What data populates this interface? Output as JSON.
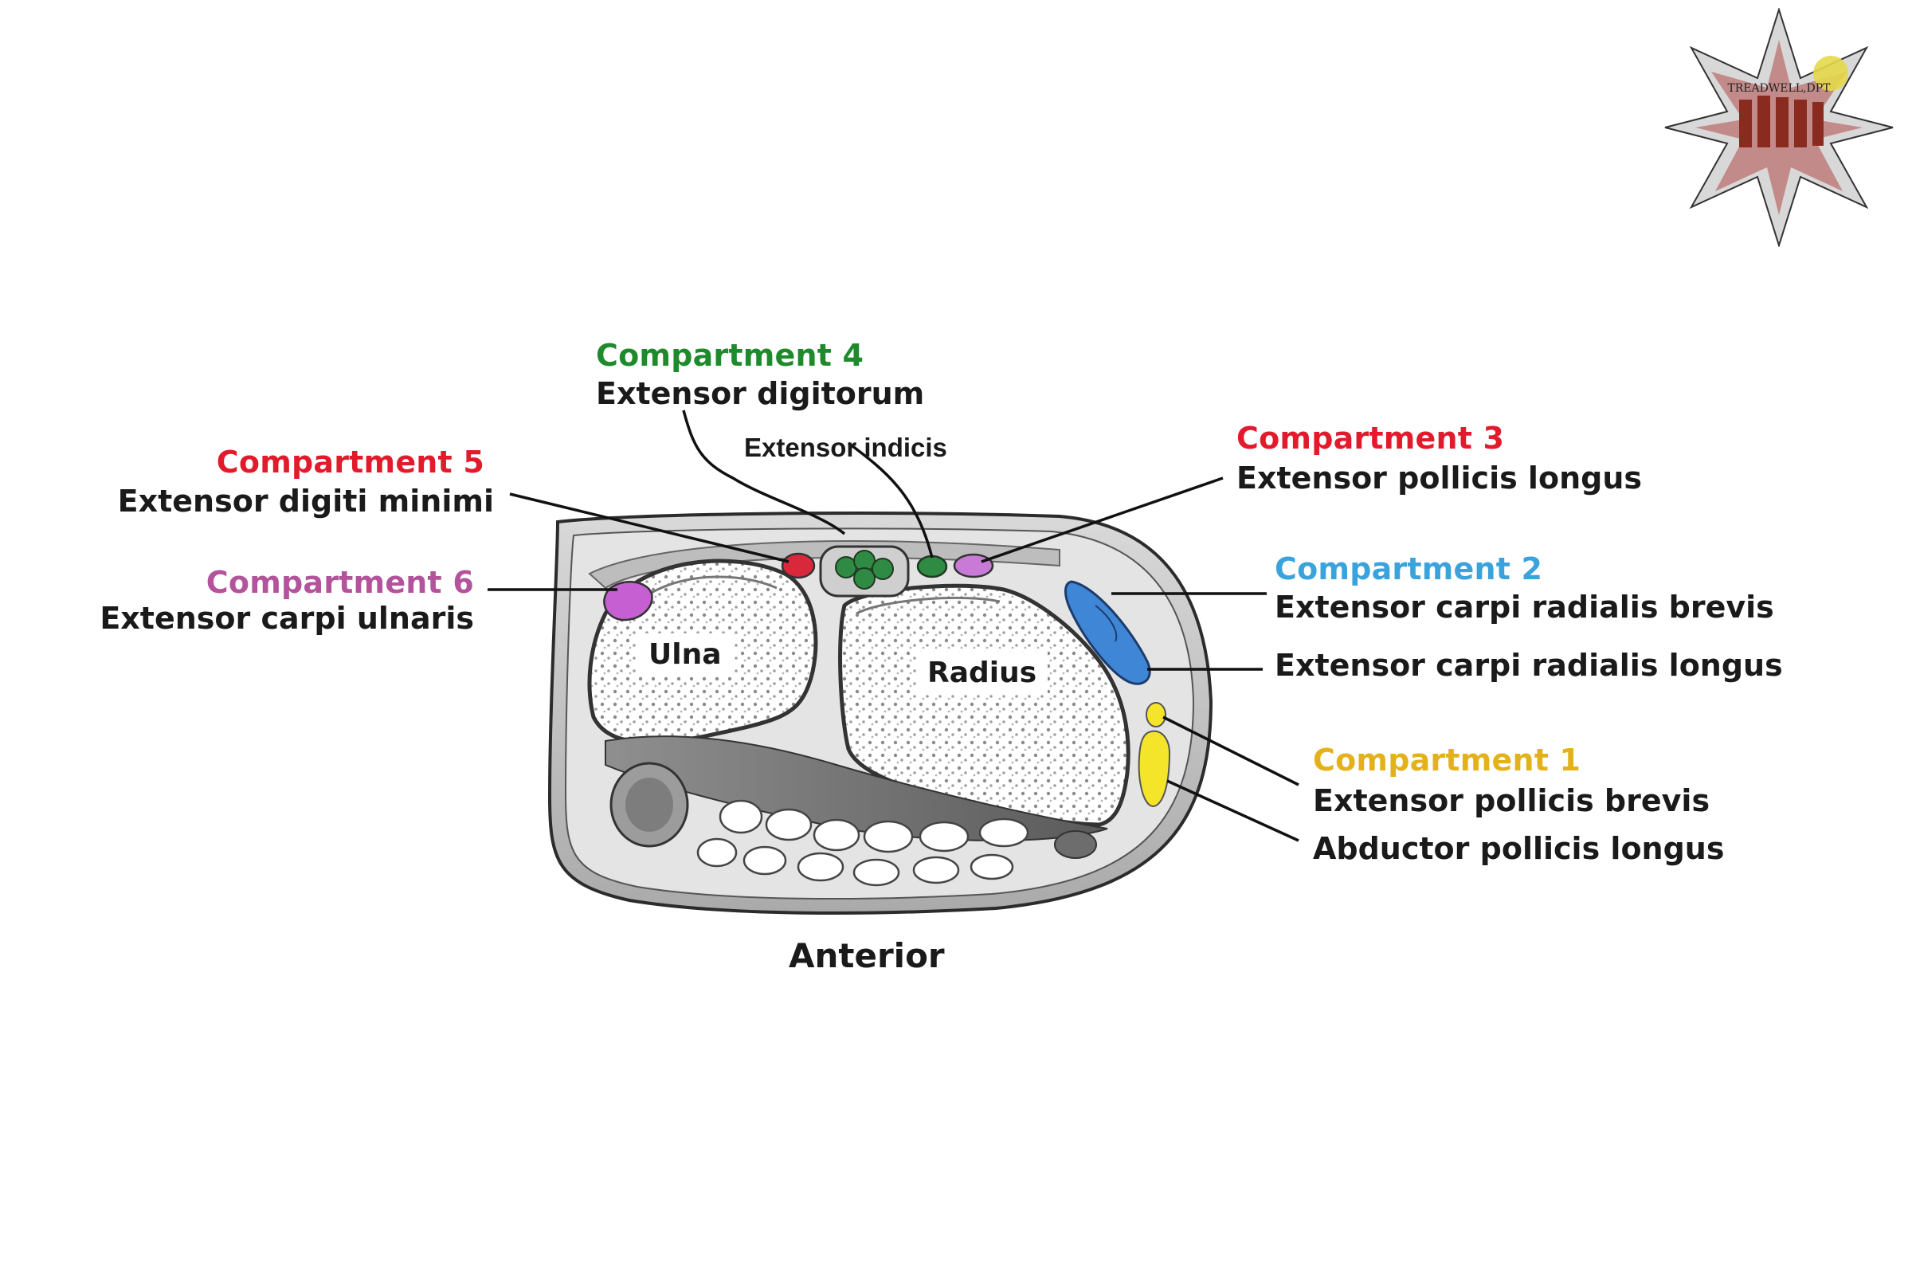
{
  "colors": {
    "compartment_1": "#e3b21b",
    "compartment_2": "#3aa3dc",
    "compartment_3": "#e21b2c",
    "compartment_4": "#1e8a2c",
    "compartment_5": "#e21b2c",
    "compartment_6": "#b3539b",
    "fill_1": "#f5e52a",
    "fill_2": "#3f86d6",
    "fill_3": "#c77bd6",
    "fill_4": "#2f8a43",
    "fill_5": "#d9273c",
    "fill_6": "#c65fd1"
  },
  "labels": {
    "compartment_4": {
      "title": "Compartment 4",
      "muscle": "Extensor digitorum"
    },
    "extensor_indicis": "Extensor indicis",
    "compartment_3": {
      "title": "Compartment 3",
      "muscle": "Extensor pollicis longus"
    },
    "compartment_5": {
      "title": "Compartment 5",
      "muscle": "Extensor digiti minimi"
    },
    "compartment_6": {
      "title": "Compartment 6",
      "muscle": "Extensor carpi ulnaris"
    },
    "compartment_2": {
      "title": "Compartment 2",
      "muscle_1": "Extensor carpi radialis brevis",
      "muscle_2": "Extensor carpi radialis longus"
    },
    "compartment_1": {
      "title": "Compartment 1",
      "muscle_1": "Extensor pollicis brevis",
      "muscle_2": "Abductor pollicis longus"
    },
    "ulna": "Ulna",
    "radius": "Radius",
    "anterior": "Anterior"
  },
  "logo": {
    "text": "TREADWELL,DPT",
    "icon": "star-badge-icon"
  }
}
